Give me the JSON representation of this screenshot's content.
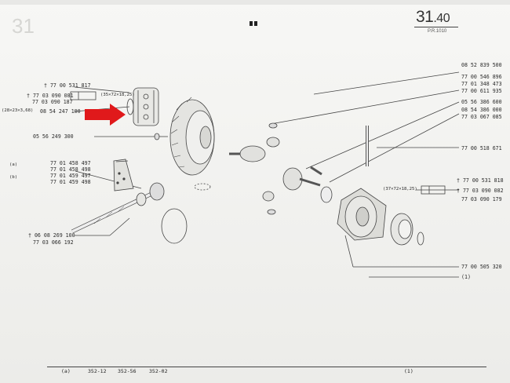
{
  "header": {
    "page_number_main": "31",
    "page_number_sub": ".40",
    "sub_code": "P.R.1010",
    "ghost_number": "31"
  },
  "labels": {
    "l_77_00_531_817": "77 00 531 817",
    "l_77_03_090_081": "77 03 090 081",
    "l_77_03_090_187": "77 03 090 187",
    "l_shim_left": "(35×72×18,25)",
    "l_bearing_dim": "(28×23×3,68)",
    "l_08_54_247_100": "08 54 247 100",
    "l_05_56_249_300": "05 56 249 300",
    "l_77_01_458_497": "77 01 458 497",
    "l_77_01_458_498": "77 01 458 498",
    "l_77_01_459_497": "77 01 459 497",
    "l_77_01_459_498": "77 01 459 498",
    "l_a": "(a)",
    "l_b": "(b)",
    "l_06_08_269_100": "06 08 269 100",
    "l_77_03_066_192": "77 03 066 192",
    "l_08_52_839_500": "08 52 839 500",
    "l_77_00_546_896": "77 00 546 896",
    "l_77_01_348_473": "77 01 348 473",
    "l_77_00_611_935": "77 00 611 935",
    "l_05_56_386_600": "05 56 386 600",
    "l_08_54_386_000": "08 54 386 000",
    "l_77_03_067_085": "77 03 067 085",
    "l_77_00_518_671": "77 00 518 671",
    "l_77_00_531_818": "77 00 531 818",
    "l_77_03_090_082": "77 03 090 082",
    "l_77_03_090_179": "77 03 090 179",
    "l_shim_right": "(37×72×18,25)",
    "l_77_00_505_320": "77 00 505 320",
    "l_1": "(1)"
  },
  "footer": {
    "f_a": "(a)",
    "f_352_12": "352-12",
    "f_352_56": "352-56",
    "f_352_02": "352-02",
    "f_1": "(1)"
  },
  "colors": {
    "line": "#444444",
    "arrow": "#e0191b",
    "paper": "#f4f4f2"
  }
}
